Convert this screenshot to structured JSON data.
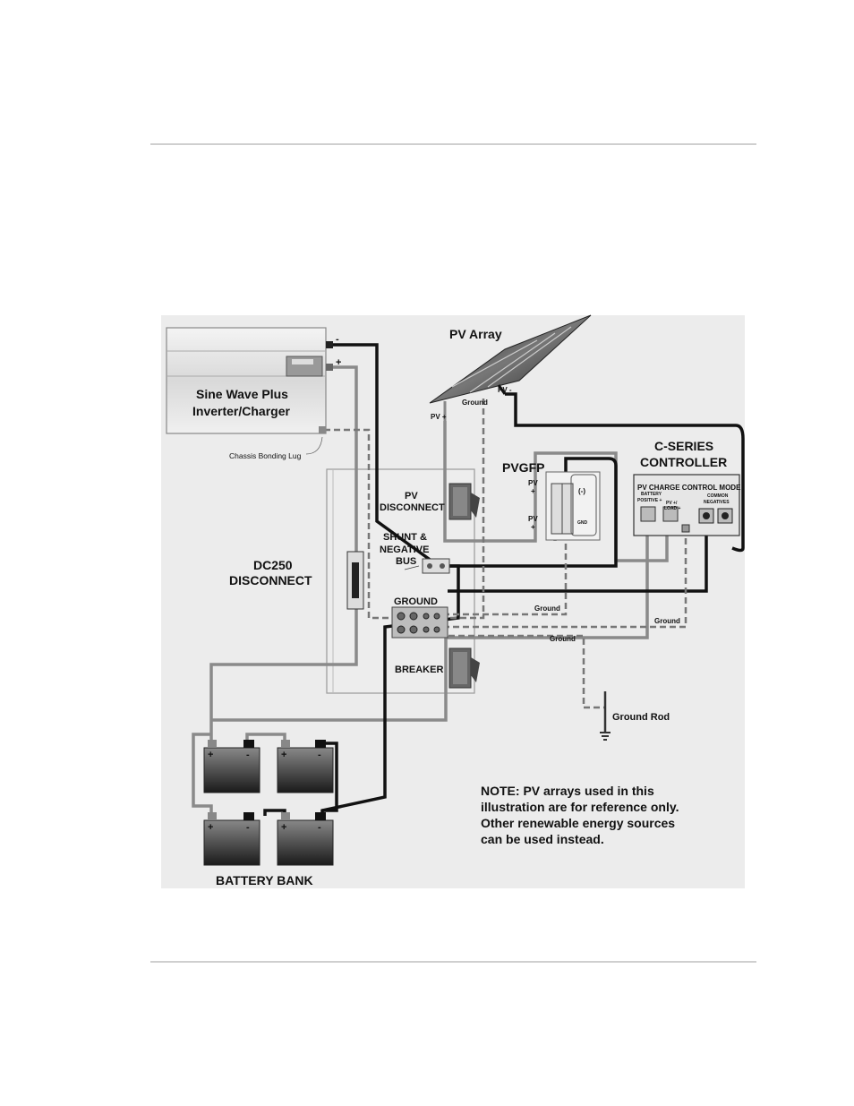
{
  "labels": {
    "pv_array": "PV Array",
    "inverter_line1": "Sine Wave Plus",
    "inverter_line2": "Inverter/Charger",
    "chassis_bonding_lug": "Chassis Bonding Lug",
    "pv_plus": "PV +",
    "pv_minus": "PV -",
    "ground": "Ground",
    "pvgfp": "PVGFP",
    "pvgfp_pv_plus_top_1": "PV",
    "pvgfp_pv_plus_top_2": "+",
    "pvgfp_pv_plus_bot_1": "PV",
    "pvgfp_pv_plus_bot_2": "+",
    "pvgfp_neg": "(-)",
    "pvgfp_gnd": "GND",
    "controller_line1": "C-SERIES",
    "controller_line2": "CONTROLLER",
    "charge_mode": "PV CHARGE CONTROL MODE",
    "battery_positive_1": "BATTERY",
    "battery_positive_2": "POSITIVE +",
    "pv_load_1": "PV +/",
    "pv_load_2": "LOAD +",
    "common_negatives_1": "COMMON",
    "common_negatives_2": "NEGATIVES",
    "pv_disconnect_1": "PV",
    "pv_disconnect_2": "DISCONNECT",
    "shunt_1": "SHUNT &",
    "shunt_2": "NEGATIVE",
    "shunt_3": "BUS",
    "dc250_1": "DC250",
    "dc250_2": "DISCONNECT",
    "ground_bus": "GROUND",
    "breaker": "BREAKER",
    "ground_rod": "Ground Rod",
    "battery_bank": "BATTERY BANK",
    "plus": "+",
    "minus": "-",
    "note_1": "NOTE: PV arrays used in this",
    "note_2": "illustration are for reference only.",
    "note_3": "Other renewable energy sources",
    "note_4": "can be used instead."
  }
}
